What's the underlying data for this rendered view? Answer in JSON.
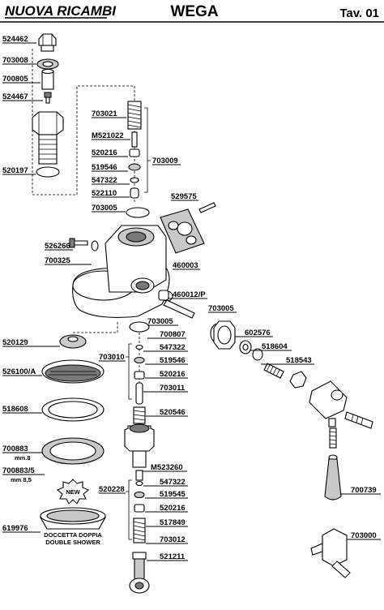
{
  "header": {
    "brand": "NUOVA RICAMBI",
    "model": "WEGA",
    "table": "Tav. 01"
  },
  "labels": {
    "p524462": "524462",
    "p703008": "703008",
    "p700805": "700805",
    "p524467": "524467",
    "p520197": "520197",
    "p703021": "703021",
    "pM521022": "M521022",
    "p520216a": "520216",
    "p703009": "703009",
    "p519546a": "519546",
    "p547322a": "547322",
    "p522110": "522110",
    "p703005a": "703005",
    "p529575": "529575",
    "p526266": "526266",
    "p700325": "700325",
    "p460003": "460003",
    "p460012P": "460012/P",
    "p703005b": "703005",
    "p703005c": "703005",
    "p700807": "700807",
    "p602576": "602576",
    "p520129": "520129",
    "p547322b": "547322",
    "p518604": "518604",
    "p703010": "703010",
    "p519546b": "519546",
    "p518543": "518543",
    "p526100A": "526100/A",
    "p520216b": "520216",
    "p703011": "703011",
    "p518608": "518608",
    "p520546": "520546",
    "p700883": "700883",
    "p700883_sub": "mm.8",
    "p7008835": "700883/5",
    "p7008835_sub": "mm 8,5",
    "pM523260": "M523260",
    "p547322c": "547322",
    "p700739": "700739",
    "p520228": "520228",
    "p519545": "519545",
    "p619976": "619976",
    "p520216c": "520216",
    "p517849": "517849",
    "p703012": "703012",
    "p703000": "703000",
    "p521211": "521211",
    "new_badge": "NEW",
    "caption_line1": "DOCCETTA DOPPIA",
    "caption_line2": "DOUBLE SHOWER"
  }
}
